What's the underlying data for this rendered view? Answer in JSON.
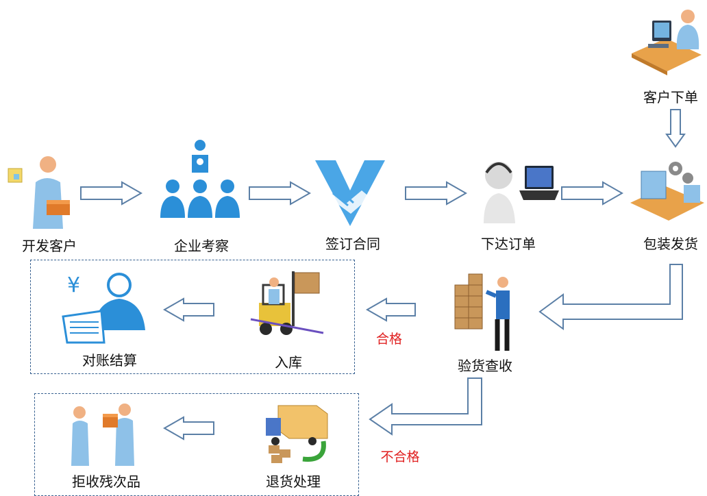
{
  "steps": {
    "customer_order": "客户下单",
    "develop_customer": "开发客户",
    "enterprise_inspection": "企业考察",
    "sign_contract": "签订合同",
    "place_order": "下达订单",
    "pack_ship": "包装发货",
    "inspect_receive": "验货查收",
    "warehousing": "入库",
    "reconcile_settle": "对账结算",
    "return_process": "退货处理",
    "reject_defective": "拒收残次品"
  },
  "status": {
    "qualified": "合格",
    "unqualified": "不合格"
  },
  "colors": {
    "arrow_stroke": "#5b7fa6",
    "status_text": "#e02020",
    "box_border": "#355f8f",
    "blue_icon": "#2b8fd8"
  }
}
